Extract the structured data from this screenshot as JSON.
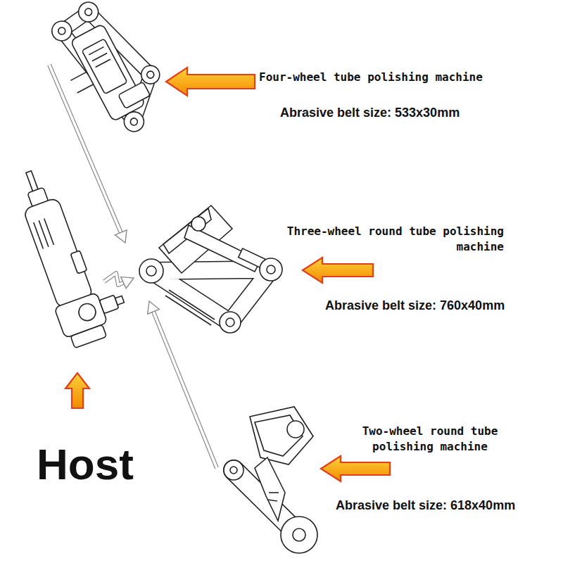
{
  "diagram": {
    "labels": [
      "Four-wheel tube polishing machine",
      "Abrasive belt size: 533x30mm",
      "Three-wheel round tube polishing machine",
      "Abrasive belt size: 760x40mm",
      "Two-wheel round tube polishing machine",
      "Abrasive belt size: 618x40mm",
      "Host"
    ]
  }
}
